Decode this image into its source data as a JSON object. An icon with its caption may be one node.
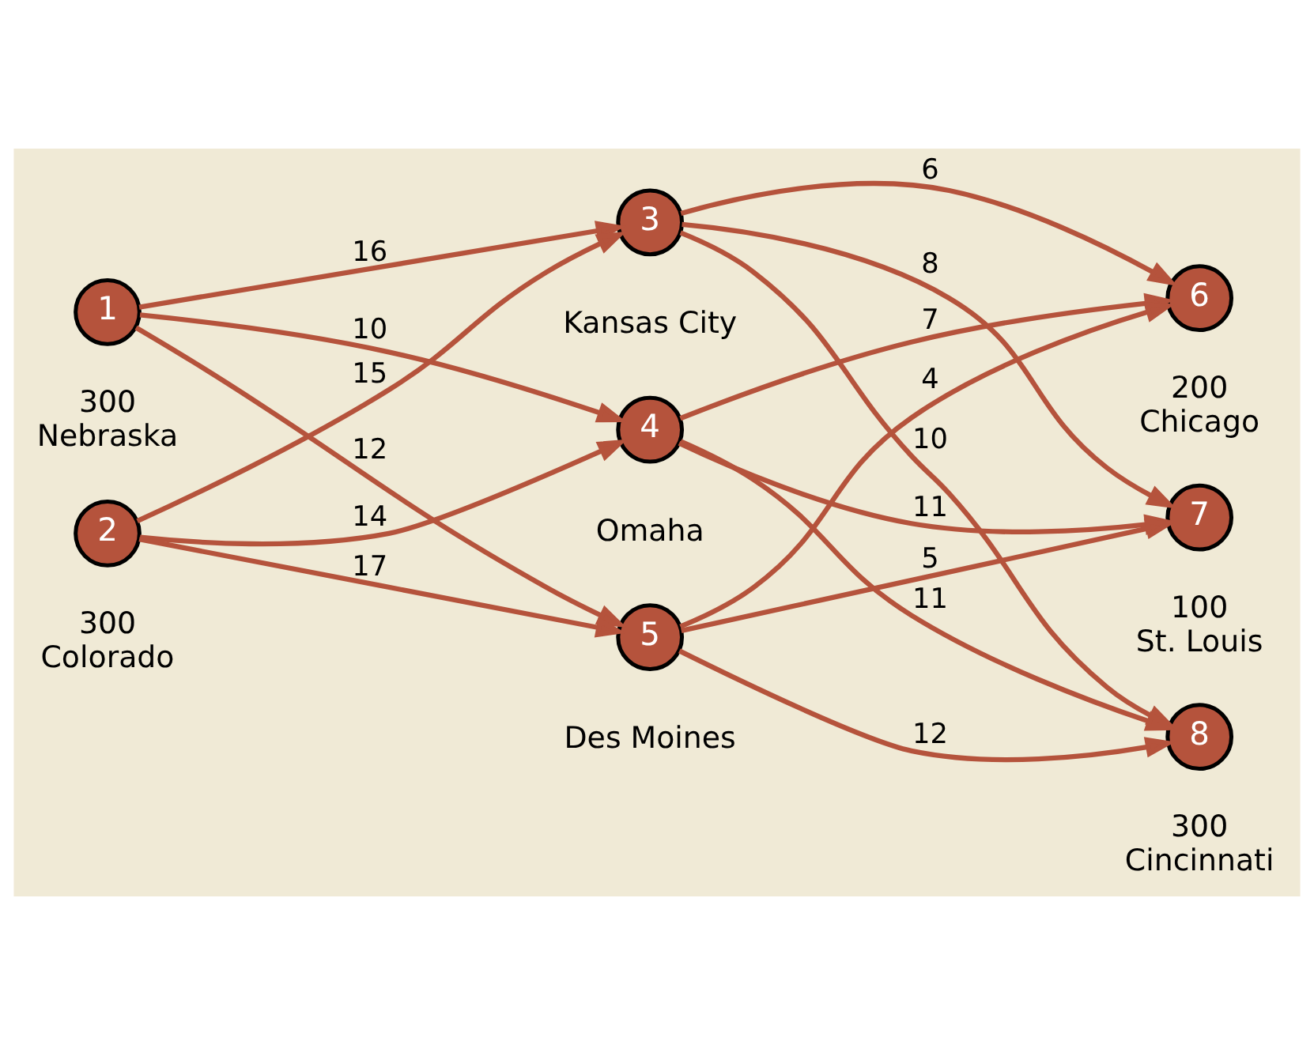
{
  "diagram": {
    "nodes": [
      {
        "text": [
          "1"
        ],
        "beside": [
          "300",
          "Nebraska"
        ]
      },
      {
        "text": [
          "2"
        ],
        "beside": [
          "300",
          "Colorado"
        ]
      },
      {
        "text": [
          "3"
        ],
        "beside": [
          "Kansas City"
        ]
      },
      {
        "text": [
          "4"
        ],
        "beside": [
          "Omaha"
        ]
      },
      {
        "text": [
          "5"
        ],
        "beside": [
          "Des Moines"
        ]
      },
      {
        "text": [
          "6"
        ],
        "beside": [
          "200",
          "Chicago"
        ]
      },
      {
        "text": [
          "7"
        ],
        "beside": [
          "100",
          "St. Louis"
        ]
      },
      {
        "text": [
          "8"
        ],
        "beside": [
          "300",
          "Cincinnati"
        ]
      }
    ],
    "edges": [
      {
        "from": 0,
        "to": 2,
        "arrow": "to",
        "label": "16"
      },
      {
        "from": 0,
        "to": 3,
        "arrow": "to",
        "label": "10"
      },
      {
        "from": 0,
        "to": 4,
        "arrow": "to",
        "label": "12"
      },
      {
        "from": 1,
        "to": 2,
        "arrow": "to",
        "label": "15"
      },
      {
        "from": 1,
        "to": 3,
        "arrow": "to",
        "label": "14"
      },
      {
        "from": 1,
        "to": 4,
        "arrow": "to",
        "label": "17"
      },
      {
        "from": 2,
        "to": 5,
        "arrow": "to",
        "label": "6"
      },
      {
        "from": 2,
        "to": 6,
        "arrow": "to",
        "label": "8"
      },
      {
        "from": 2,
        "to": 7,
        "arrow": "to",
        "label": "10"
      },
      {
        "from": 3,
        "to": 5,
        "arrow": "to",
        "label": "7"
      },
      {
        "from": 3,
        "to": 6,
        "arrow": "to",
        "label": "11"
      },
      {
        "from": 3,
        "to": 7,
        "arrow": "to",
        "label": "11"
      },
      {
        "from": 4,
        "to": 5,
        "arrow": "to",
        "label": "4"
      },
      {
        "from": 4,
        "to": 6,
        "arrow": "to",
        "label": "5"
      },
      {
        "from": 4,
        "to": 7,
        "arrow": "to",
        "label": "12"
      }
    ]
  }
}
